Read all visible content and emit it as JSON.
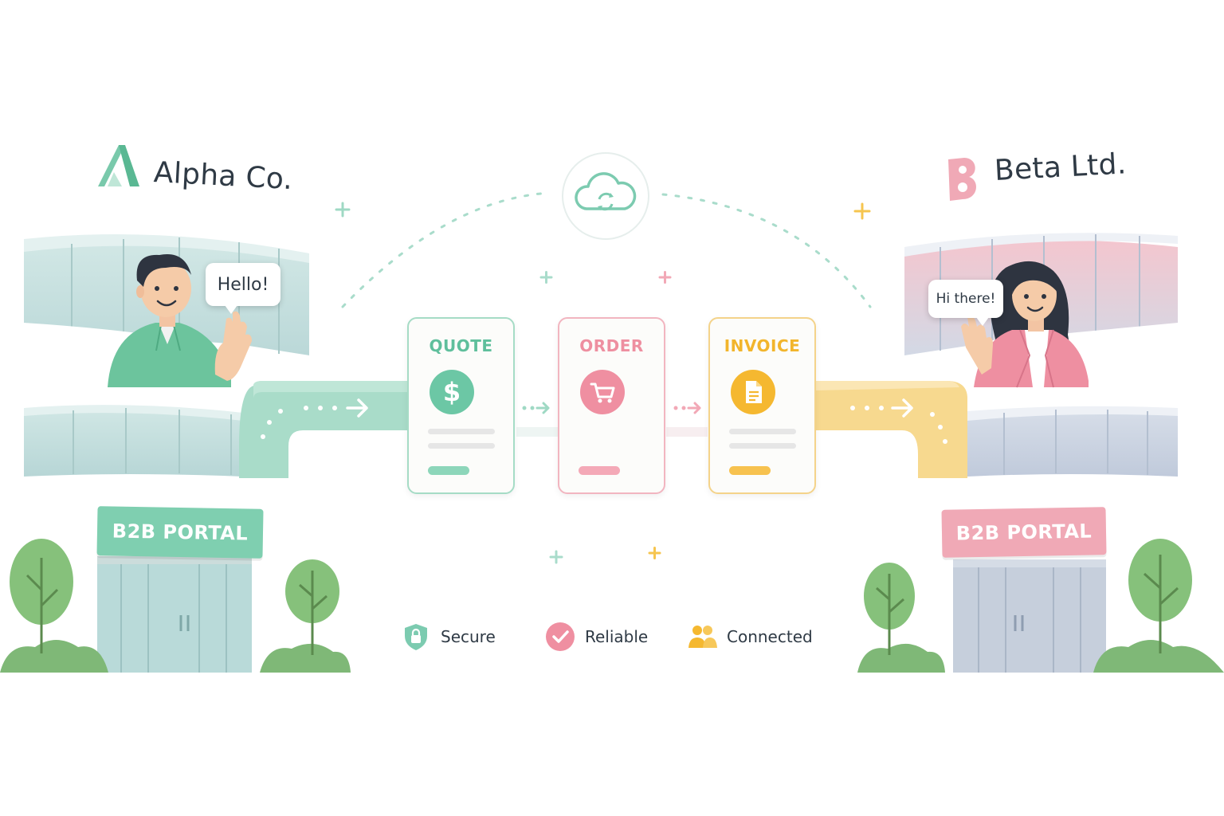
{
  "companies": {
    "alpha": {
      "name": "Alpha Co.",
      "greeting": "Hello!",
      "portal_sign": "B2B PORTAL",
      "color": "#6cc7a5"
    },
    "beta": {
      "name": "Beta Ltd.",
      "greeting": "Hi there!",
      "portal_sign": "B2B PORTAL",
      "color": "#ef8fa1"
    }
  },
  "flow": {
    "steps": [
      {
        "label": "QUOTE",
        "icon": "dollar-icon",
        "color": "#6cc7a5"
      },
      {
        "label": "ORDER",
        "icon": "shopping-cart-icon",
        "color": "#ef8fa1"
      },
      {
        "label": "INVOICE",
        "icon": "document-icon",
        "color": "#f5b830"
      }
    ],
    "hub_icon": "cloud-sync-icon"
  },
  "features": [
    {
      "label": "Secure",
      "icon": "shield-lock-icon",
      "color": "#6cc7a5"
    },
    {
      "label": "Reliable",
      "icon": "check-circle-icon",
      "color": "#ef8fa1"
    },
    {
      "label": "Connected",
      "icon": "people-icon",
      "color": "#f5b830"
    }
  ]
}
